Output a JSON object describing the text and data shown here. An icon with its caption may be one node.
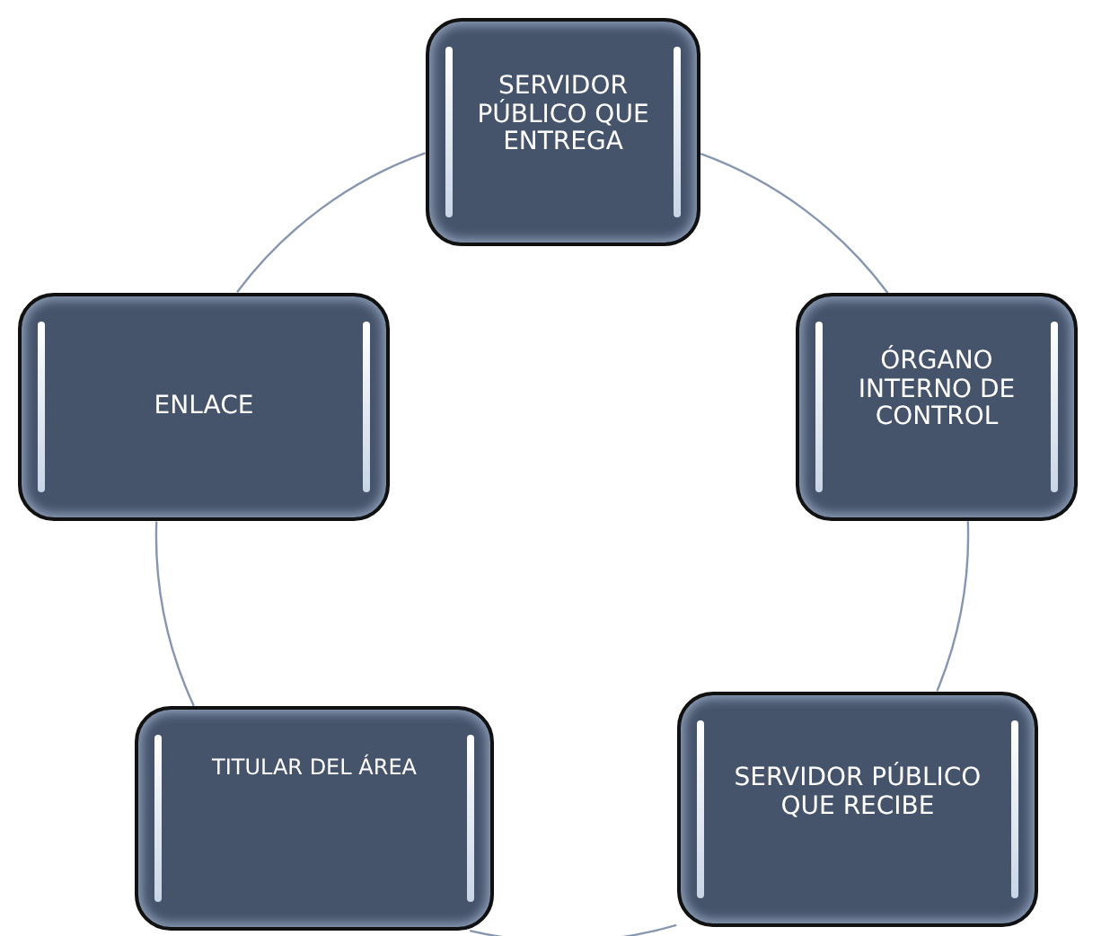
{
  "diagram": {
    "nodes": [
      {
        "text": [
          "SERVIDOR PÚBLICO QUE ENTREGA"
        ]
      },
      {
        "text": [
          "ÓRGANO INTERNO DE CONTROL"
        ]
      },
      {
        "text": [
          "SERVIDOR PÚBLICO QUE RECIBE"
        ]
      },
      {
        "text": [
          "TITULAR DEL ÁREA"
        ]
      },
      {
        "text": [
          "ENLACE"
        ]
      }
    ],
    "edges": [
      {
        "from": 0,
        "to": 1,
        "arrow": "none"
      },
      {
        "from": 1,
        "to": 2,
        "arrow": "none"
      },
      {
        "from": 2,
        "to": 3,
        "arrow": "none"
      },
      {
        "from": 3,
        "to": 4,
        "arrow": "none"
      },
      {
        "from": 4,
        "to": 0,
        "arrow": "none"
      }
    ]
  }
}
